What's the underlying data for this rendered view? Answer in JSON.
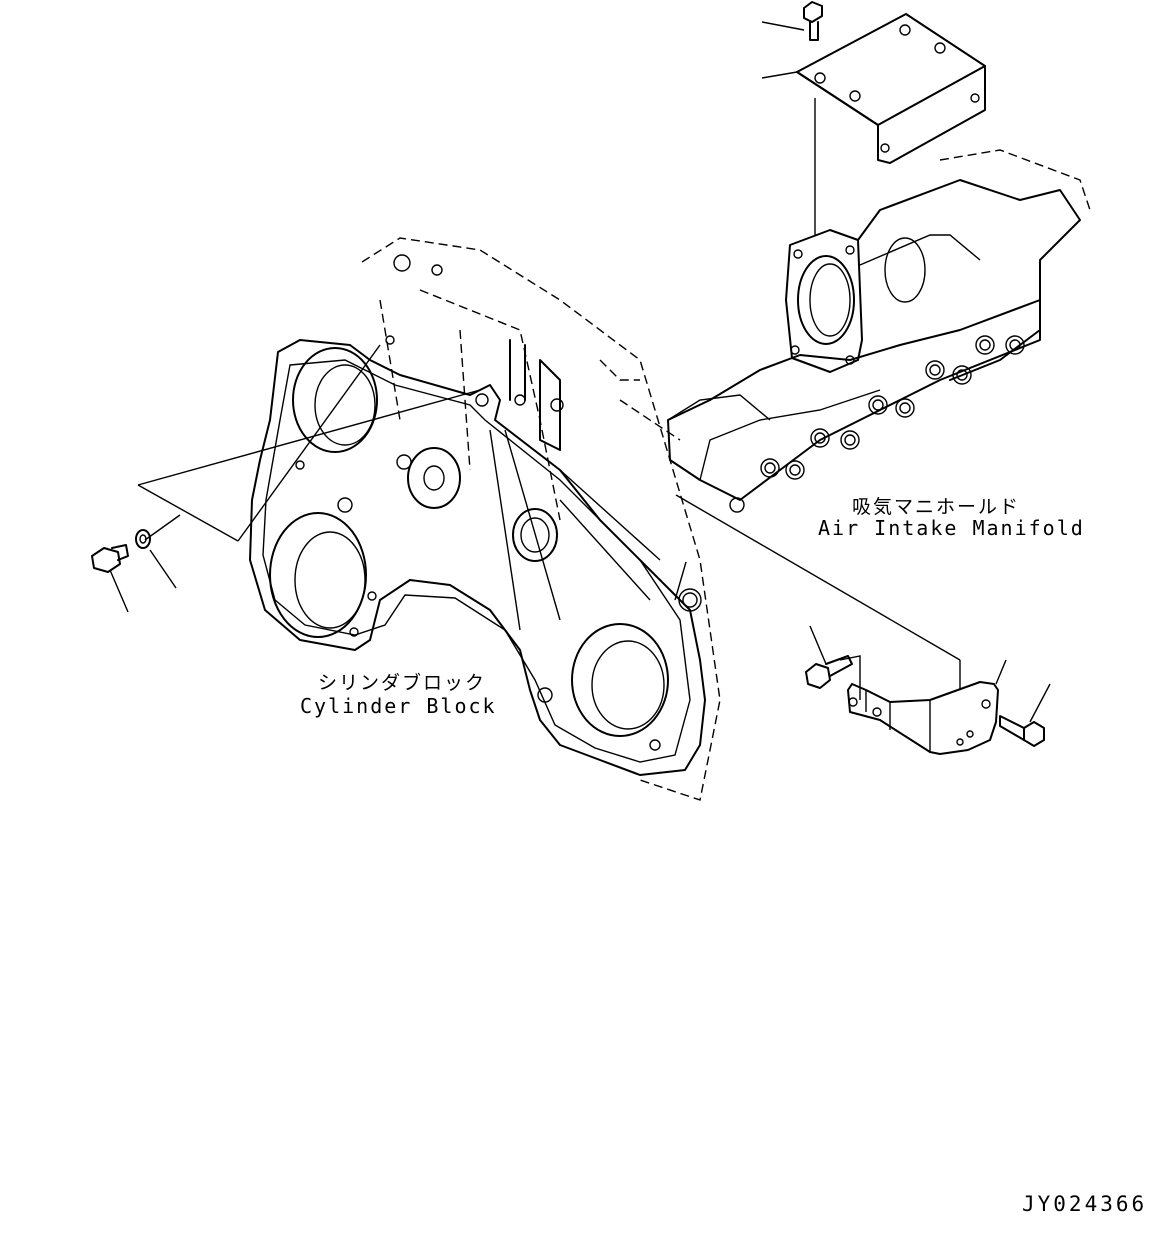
{
  "labels": {
    "intake_manifold_jp": "吸気マニホールド",
    "intake_manifold_en": "Air Intake Manifold",
    "cylinder_block_jp": "シリンダブロック",
    "cylinder_block_en": "Cylinder Block",
    "drawing_code": "JY024366"
  }
}
